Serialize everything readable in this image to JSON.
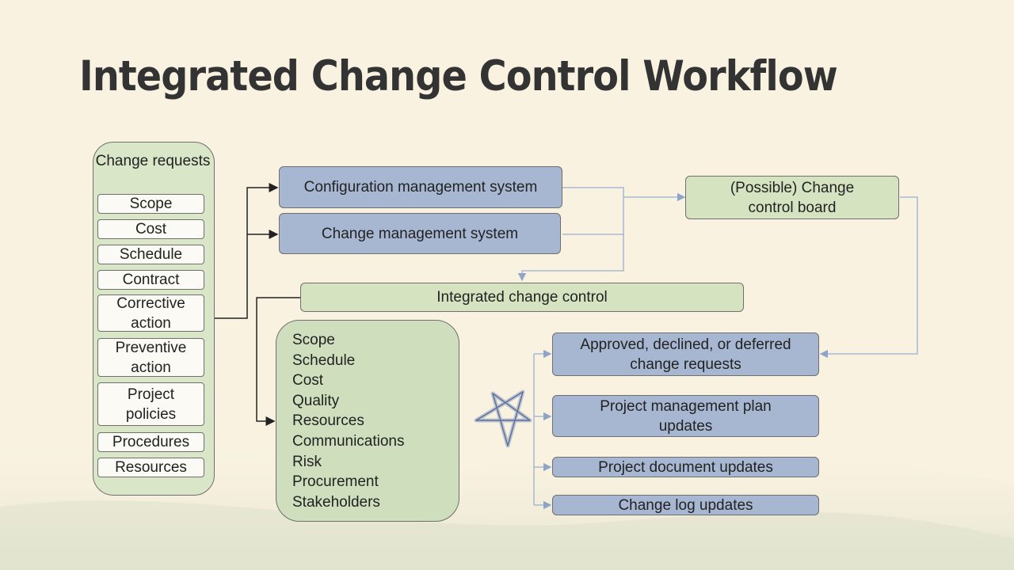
{
  "title": "Integrated Change Control Workflow",
  "change_requests": {
    "heading": "Change requests",
    "items": [
      "Scope",
      "Cost",
      "Schedule",
      "Contract",
      "Corrective action",
      "Preventive action",
      "Project policies",
      "Procedures",
      "Resources"
    ]
  },
  "systems": {
    "configuration": "Configuration management system",
    "change": "Change management system"
  },
  "ccb": "(Possible) Change control board",
  "integrated": "Integrated change control",
  "areas": [
    "Scope",
    "Schedule",
    "Cost",
    "Quality",
    "Resources",
    "Communications",
    "Risk",
    "Procurement",
    "Stakeholders"
  ],
  "outputs": [
    "Approved, declined, or deferred change requests",
    "Project management plan updates",
    "Project document updates",
    "Change log updates"
  ],
  "icons": {
    "star": "pentagram-star-icon"
  },
  "colors": {
    "background": "#f9f2e0",
    "blue_box": "#a7b7d2",
    "green_box": "#d5e3c1",
    "white_box": "#fcfaf4",
    "connector": "#9aaed0"
  }
}
